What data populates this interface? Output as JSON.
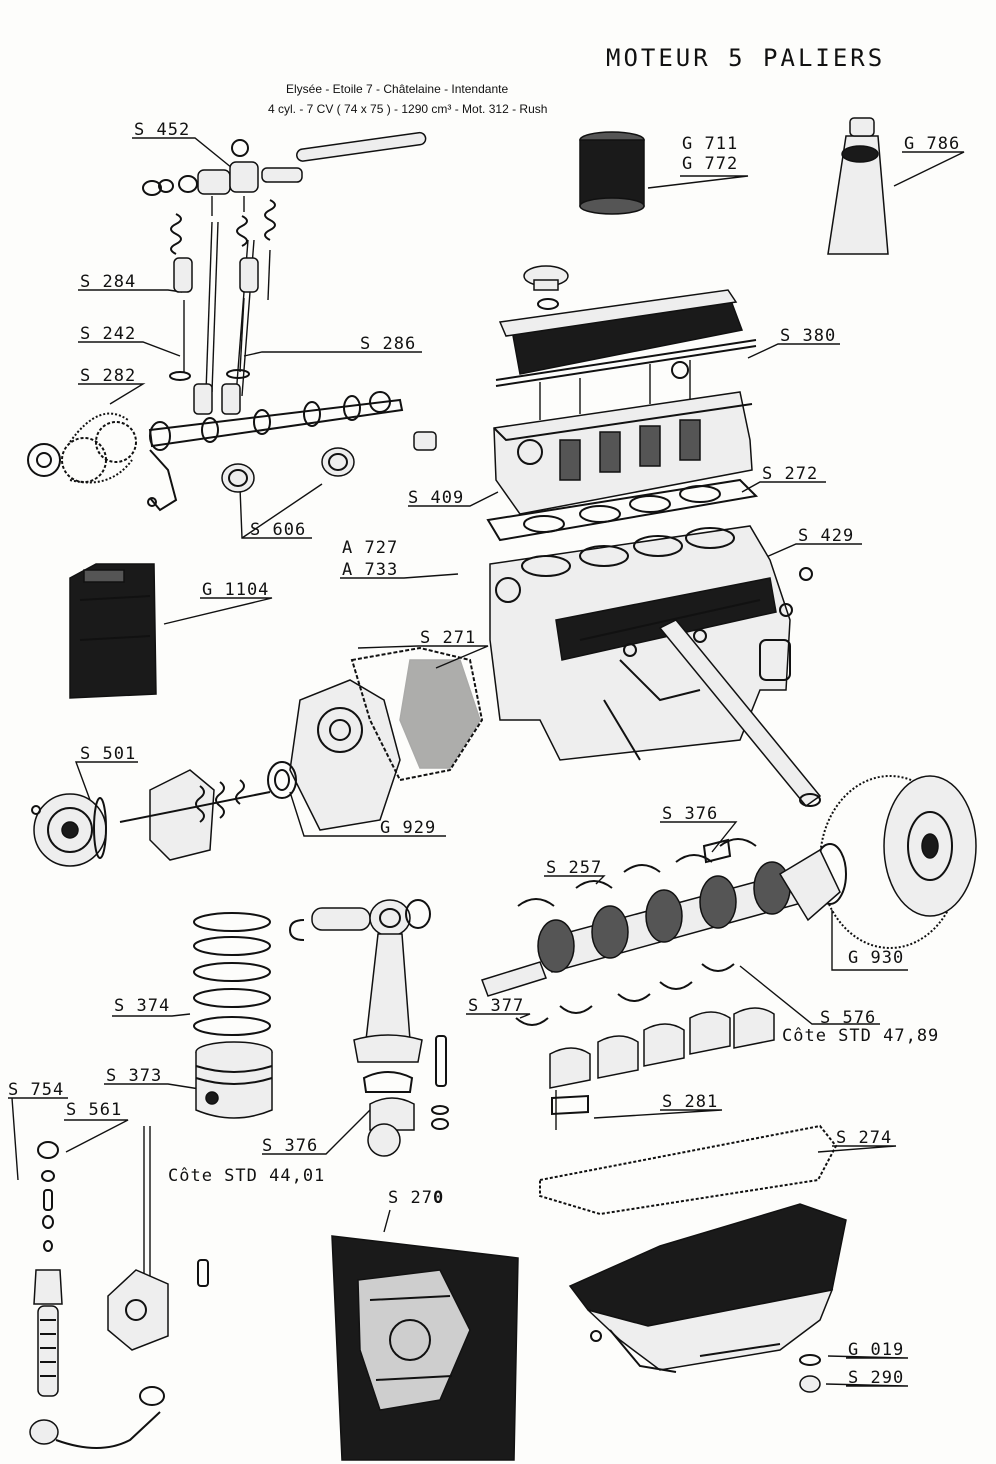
{
  "header": {
    "title": "MOTEUR 5 PALIERS",
    "subtitle_line1": "Elysée - Etoile 7 - Châtelaine - Intendante",
    "subtitle_line2": "4 cyl. - 7 CV ( 74 x 75 ) - 1290 cm³ - Mot. 312 - Rush"
  },
  "labels": {
    "s452": "S 452",
    "g711": "G 711",
    "g772": "G 772",
    "g786": "G 786",
    "s284": "S 284",
    "s242": "S 242",
    "s286": "S 286",
    "s380": "S 380",
    "s282": "S 282",
    "s272": "S 272",
    "s409": "S 409",
    "s606": "S 606",
    "s429": "S 429",
    "a727": "A 727",
    "a733": "A 733",
    "g1104": "G 1104",
    "s271": "S 271",
    "s501": "S 501",
    "g929": "G 929",
    "s376a": "S 376",
    "s257": "S 257",
    "g930": "G 930",
    "s374": "S 374",
    "s377": "S 377",
    "s576": "S 576",
    "cote_std_crank": "Côte STD 47,89",
    "s373": "S 373",
    "s754": "S 754",
    "s561": "S 561",
    "s281": "S 281",
    "s376b": "S 376",
    "s274": "S 274",
    "cote_std_rod": "Côte STD 44,01",
    "s270": "S 27",
    "s270_suffix": "0",
    "g019": "G 019",
    "s290": "S 290"
  },
  "colors": {
    "ink": "#111111",
    "paper": "#fdfdfb"
  }
}
